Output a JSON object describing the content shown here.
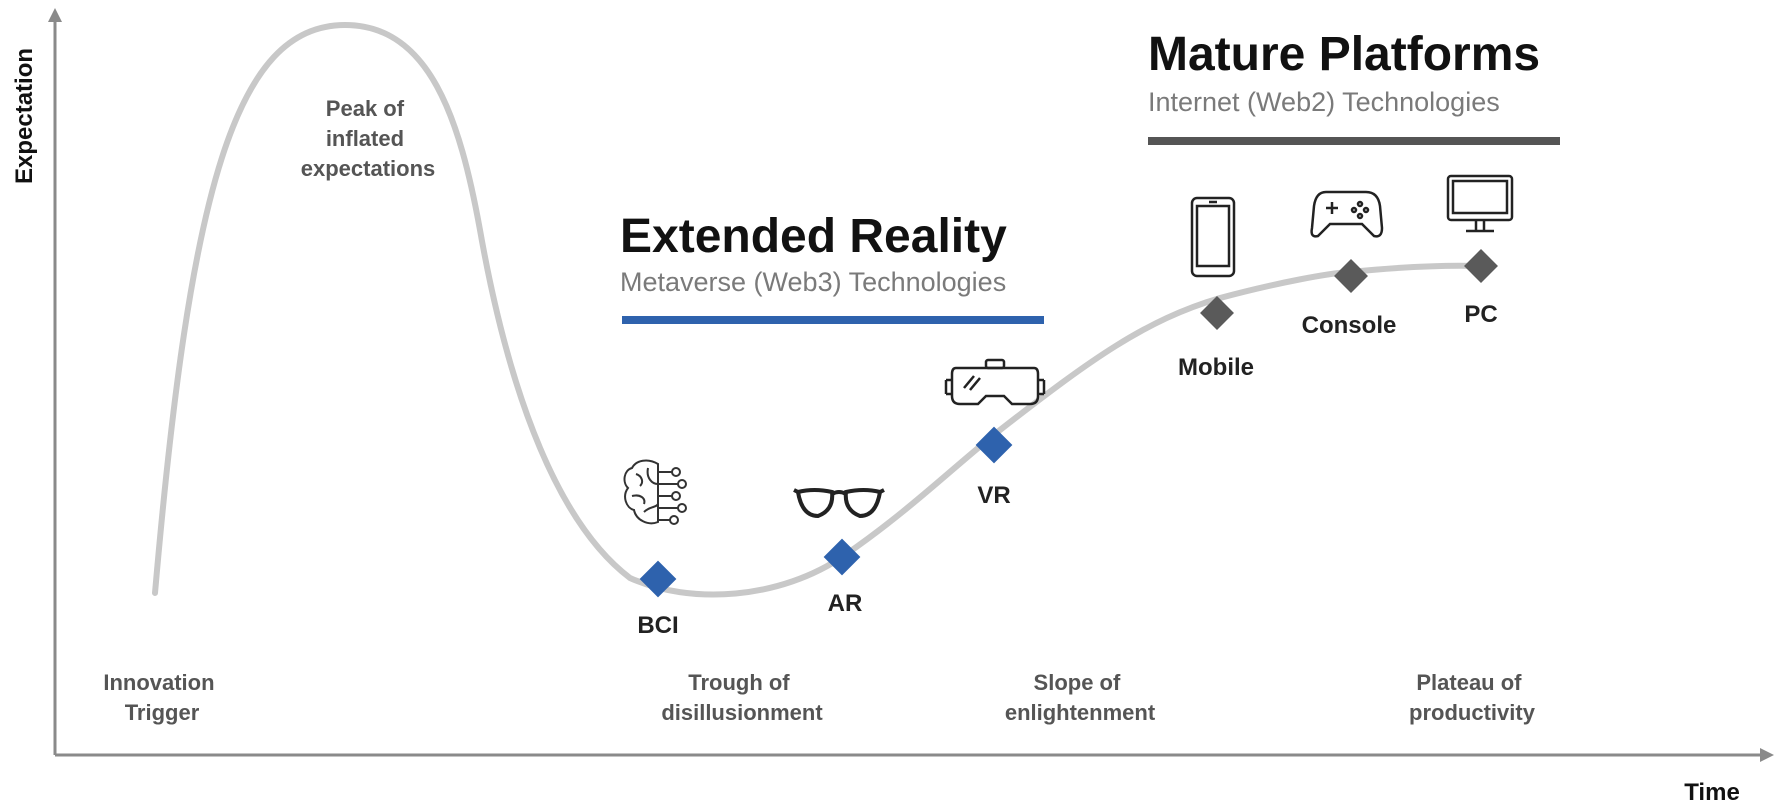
{
  "axes": {
    "y_label": "Expectation",
    "x_label": "Time"
  },
  "phases": {
    "peak_line1": "Peak of",
    "peak_line2": "inflated",
    "peak_line3": "expectations",
    "innovation_line1": "Innovation",
    "innovation_line2": "Trigger",
    "trough_line1": "Trough of",
    "trough_line2": "disillusionment",
    "slope_line1": "Slope of",
    "slope_line2": "enlightenment",
    "plateau_line1": "Plateau of",
    "plateau_line2": "productivity"
  },
  "groups": {
    "extended_reality": {
      "title": "Extended Reality",
      "subtitle": "Metaverse (Web3) Technologies",
      "color": "#2e62ad"
    },
    "mature_platforms": {
      "title": "Mature Platforms",
      "subtitle": "Internet (Web2) Technologies",
      "color": "#555555"
    }
  },
  "technologies": {
    "bci": {
      "label": "BCI",
      "icon": "brain-circuit-icon"
    },
    "ar": {
      "label": "AR",
      "icon": "glasses-icon"
    },
    "vr": {
      "label": "VR",
      "icon": "vr-headset-icon"
    },
    "mobile": {
      "label": "Mobile",
      "icon": "smartphone-icon"
    },
    "console": {
      "label": "Console",
      "icon": "gamepad-icon"
    },
    "pc": {
      "label": "PC",
      "icon": "monitor-icon"
    }
  },
  "colors": {
    "curve": "#c8c8c8",
    "axis": "#8a8a8a",
    "xr_marker": "#2e62ad",
    "mature_marker": "#5a5a5a"
  }
}
